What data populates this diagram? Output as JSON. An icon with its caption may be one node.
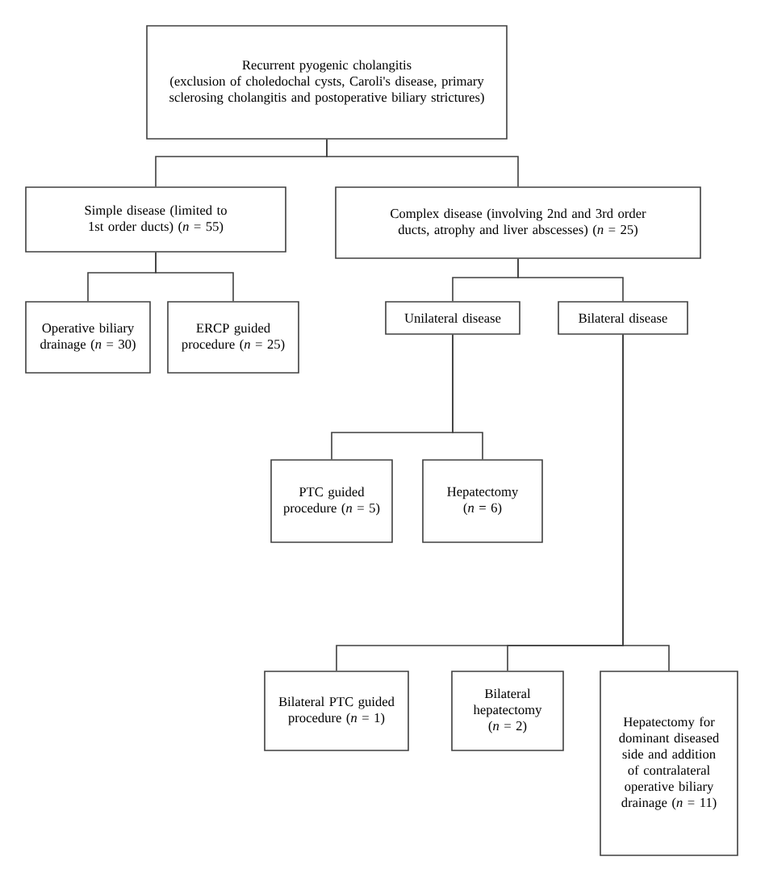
{
  "diagram": {
    "nodes": [
      {
        "text": [
          "Recurrent pyogenic cholangitis",
          "(exclusion of choledochal cysts, Caroli's disease, primary sclerosing cholangitis and postoperative biliary strictures)"
        ]
      },
      {
        "text": [
          "Simple disease (limited to 1st order ducts) (*n* = 55)"
        ]
      },
      {
        "text": [
          "Complex disease (involving 2nd and 3rd order ducts, atrophy and liver abscesses) (*n* = 25)"
        ]
      },
      {
        "text": [
          "Operative biliary drainage (*n* = 30)"
        ]
      },
      {
        "text": [
          "ERCP guided procedure (*n* = 25)"
        ]
      },
      {
        "text": [
          "Unilateral disease"
        ]
      },
      {
        "text": [
          "Bilateral disease"
        ]
      },
      {
        "text": [
          "PTC guided procedure (*n* = 5)"
        ]
      },
      {
        "text": [
          "Hepatectomy (*n* = 6)"
        ]
      },
      {
        "text": [
          "Bilateral PTC guided procedure (*n* = 1)"
        ]
      },
      {
        "text": [
          "Bilateral hepatectomy (*n* = 2)"
        ]
      },
      {
        "text": [
          "Hepatectomy for dominant diseased side and addition of contralateral operative biliary drainage (*n* = 11)"
        ]
      }
    ],
    "edges": [
      {
        "from": 0,
        "to": 1,
        "arrow": "none"
      },
      {
        "from": 0,
        "to": 2,
        "arrow": "none"
      },
      {
        "from": 1,
        "to": 3,
        "arrow": "none"
      },
      {
        "from": 1,
        "to": 4,
        "arrow": "none"
      },
      {
        "from": 2,
        "to": 5,
        "arrow": "none"
      },
      {
        "from": 2,
        "to": 6,
        "arrow": "none"
      },
      {
        "from": 5,
        "to": 7,
        "arrow": "none"
      },
      {
        "from": 5,
        "to": 8,
        "arrow": "none"
      },
      {
        "from": 6,
        "to": 9,
        "arrow": "none"
      },
      {
        "from": 6,
        "to": 10,
        "arrow": "none"
      },
      {
        "from": 6,
        "to": 11,
        "arrow": "none"
      }
    ]
  }
}
